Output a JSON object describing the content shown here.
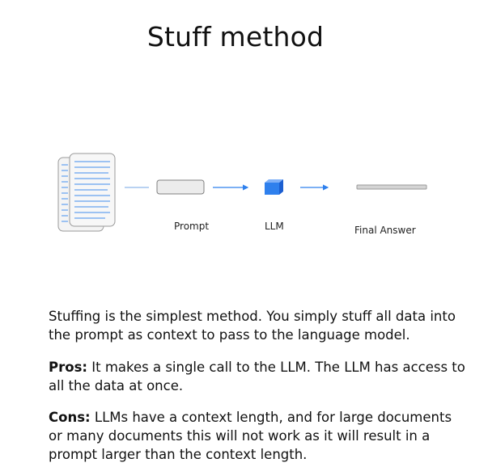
{
  "title": "Stuff method",
  "diagram": {
    "labels": {
      "prompt": "Prompt",
      "llm": "LLM",
      "final_answer": "Final Answer"
    },
    "colors": {
      "accent_blue": "#2f80ed",
      "doc_line_blue": "#9cc2f2",
      "box_gray": "#ececec",
      "outline_gray": "#9a9a9a"
    }
  },
  "body": {
    "intro": "Stuffing is the simplest method. You simply stuff all data into the prompt as context to pass to the language model.",
    "pros_label": "Pros:",
    "pros_text": " It makes a single call to the LLM. The LLM has access to all the data at once.",
    "cons_label": "Cons:",
    "cons_text": " LLMs have a context length, and for large documents or many documents this will not work as it will result in a prompt larger than the context length."
  }
}
